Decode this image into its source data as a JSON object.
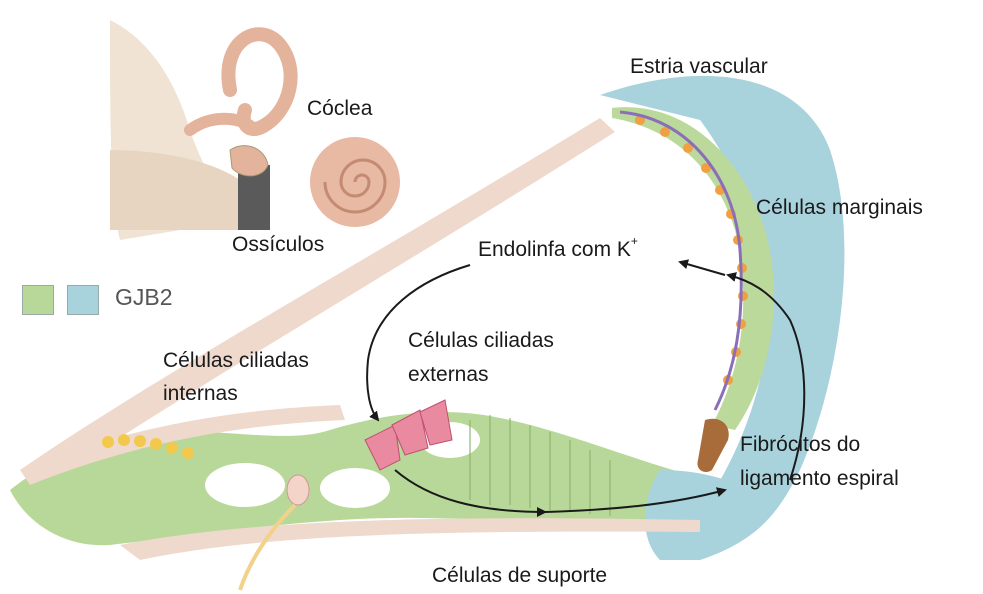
{
  "labels": {
    "estria_vascular": "Estria vascular",
    "coclea": "Cóclea",
    "celulas_marginais": "Células marginais",
    "ossiculos": "Ossículos",
    "endolinfa": "Endolinfa com K",
    "endolinfa_sup": "+",
    "gjb2": "GJB2",
    "ciliadas_internas_1": "Células ciliadas",
    "ciliadas_internas_2": "internas",
    "ciliadas_externas_1": "Células ciliadas",
    "ciliadas_externas_2": "externas",
    "fibrocitos_1": "Fibrócitos do",
    "fibrocitos_2": "ligamento espiral",
    "suporte": "Células de suporte"
  },
  "colors": {
    "gjb2_green": "#b8d89a",
    "gjb2_blue": "#a9d3dc",
    "tissue_beige": "#efd9cc",
    "ear_pink": "#e8b9a3",
    "hair_cell_pink": "#e98aa0",
    "stria_orange": "#f0a040",
    "membrane_purple": "#8a6fb8",
    "arrow": "#1a1a1a"
  }
}
